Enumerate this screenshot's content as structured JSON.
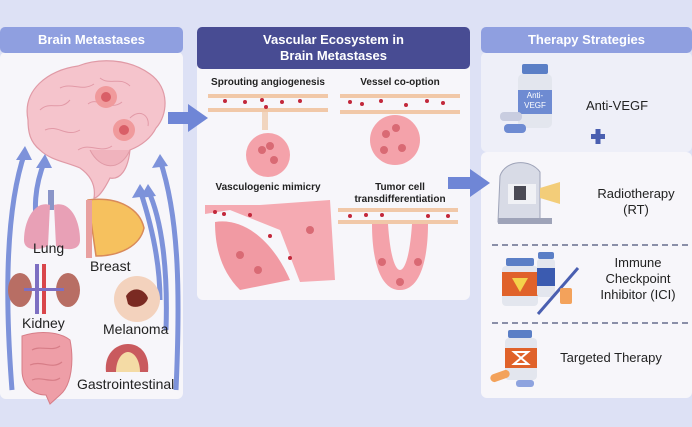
{
  "left_panel": {
    "title": "Brain Metastases",
    "organs": [
      {
        "name": "lung",
        "label": "Lung"
      },
      {
        "name": "breast",
        "label": "Breast"
      },
      {
        "name": "kidney",
        "label": "Kidney"
      },
      {
        "name": "melanoma",
        "label": "Melanoma"
      },
      {
        "name": "gastrointestinal",
        "label": "Gastrointestinal"
      }
    ]
  },
  "middle_panel": {
    "title_line1": "Vascular Ecosystem in",
    "title_line2": "Brain Metastases",
    "mechanisms": [
      {
        "label": "Sprouting angiogenesis"
      },
      {
        "label": "Vessel co-option"
      },
      {
        "label": "Vasculogenic mimicry"
      },
      {
        "label_line1": "Tumor cell",
        "label_line2": "transdifferentiation"
      }
    ]
  },
  "right_panel": {
    "title": "Therapy Strategies",
    "bottle_label_line1": "Anti-",
    "bottle_label_line2": "VEGF",
    "plus_symbol": "+",
    "therapies": [
      {
        "label": "Anti-VEGF"
      },
      {
        "label_line1": "Radiotherapy",
        "label_line2": "(RT)"
      },
      {
        "label_line1": "Immune",
        "label_line2": "Checkpoint",
        "label_line3": "Inhibitor (ICI)"
      },
      {
        "label": "Targeted Therapy"
      }
    ]
  },
  "colors": {
    "background": "#dde1f5",
    "header_light": "#8f9fe0",
    "header_dark": "#484c93",
    "arrow": "#6f86d6",
    "tumor": "#e88a8f"
  }
}
